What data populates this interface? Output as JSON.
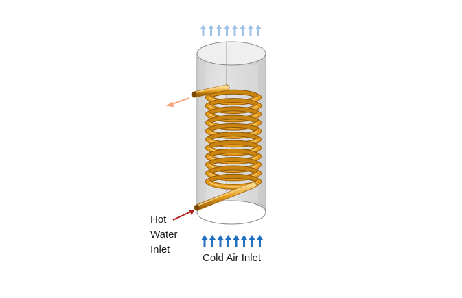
{
  "labels": {
    "hot_water_line1": "Hot",
    "hot_water_line2": "Water",
    "hot_water_line3": "Inlet",
    "cold_air_inlet": "Cold Air Inlet"
  },
  "colors": {
    "top_arrows": "#9cc3e6",
    "bottom_arrows": "#1f6fbf",
    "hot_water_arrow": "#b01e1e",
    "outlet_arrow": "#f4a37a",
    "coil": "#e39a1c",
    "coil_highlight": "#f7d27a",
    "coil_shadow": "#9a5f08",
    "cylinder_fill": "#d9d9d9",
    "cylinder_edge": "#8a8a8a"
  },
  "icons": {
    "top_arrows": "up-arrow-row-icon",
    "bottom_arrows": "up-arrow-row-icon",
    "hot_water_arrow": "inlet-arrow-icon",
    "outlet_arrow": "outlet-arrow-icon"
  }
}
